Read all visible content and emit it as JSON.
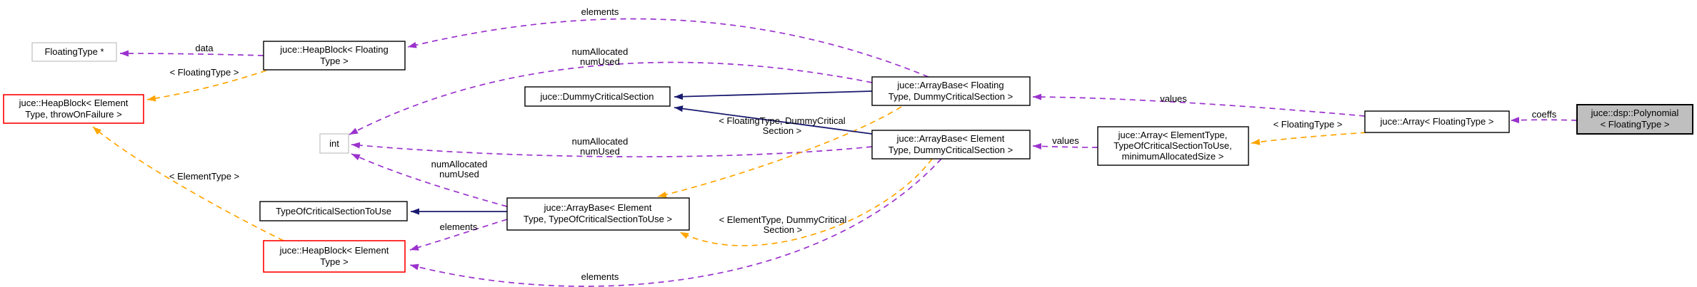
{
  "diagram": {
    "type": "collaboration-graph",
    "colors": {
      "usage_edge": "#9a32cd",
      "template_edge": "#ffa500",
      "inheritance_edge": "#191970",
      "node_border": "#000000",
      "truncated_border": "#ff0000",
      "undocumented_border": "#c0c0c0",
      "current_node_fill": "#bfbfbf",
      "background": "#ffffff"
    },
    "nodes": {
      "floating_type_ptr": {
        "lines": [
          "FloatingType *"
        ]
      },
      "heapblock_floating": {
        "lines": [
          "juce::HeapBlock< Floating",
          "Type >"
        ]
      },
      "heapblock_element_throw": {
        "lines": [
          "juce::HeapBlock< Element",
          "Type, throwOnFailure >"
        ]
      },
      "int_type": {
        "lines": [
          "int"
        ]
      },
      "dummy_critical_section": {
        "lines": [
          "juce::DummyCriticalSection"
        ]
      },
      "type_of_critical_section_to_use": {
        "lines": [
          "TypeOfCriticalSectionToUse"
        ]
      },
      "heapblock_element": {
        "lines": [
          "juce::HeapBlock< Element",
          "Type >"
        ]
      },
      "arraybase_element_tocs": {
        "lines": [
          "juce::ArrayBase< Element",
          "Type, TypeOfCriticalSectionToUse >"
        ]
      },
      "arraybase_floating_dummy": {
        "lines": [
          "juce::ArrayBase< Floating",
          "Type, DummyCriticalSection >"
        ]
      },
      "arraybase_element_dummy": {
        "lines": [
          "juce::ArrayBase< Element",
          "Type, DummyCriticalSection >"
        ]
      },
      "array_element_tocs_min": {
        "lines": [
          "juce::Array< ElementType,",
          "TypeOfCriticalSectionToUse,",
          "minimumAllocatedSize >"
        ]
      },
      "array_floating": {
        "lines": [
          "juce::Array< FloatingType >"
        ]
      },
      "polynomial": {
        "lines": [
          "juce::dsp::Polynomial",
          "< FloatingType >"
        ]
      }
    },
    "labels": {
      "data": "data",
      "template_floating_type": "< FloatingType >",
      "template_element_type": "< ElementType >",
      "elements": "elements",
      "num_allocated": "numAllocated",
      "num_used": "numUsed",
      "template_floating_dummy_line1": "< FloatingType, DummyCritical",
      "template_element_dummy_line1": "< ElementType, DummyCritical",
      "template_section_line2": "Section >",
      "values": "values",
      "coeffs": "coeffs"
    }
  }
}
